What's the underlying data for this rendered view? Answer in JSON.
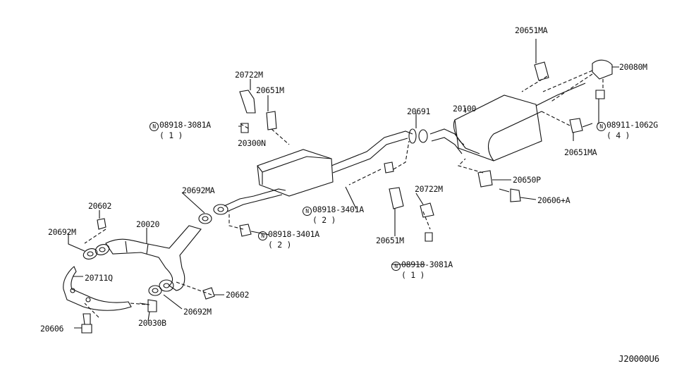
{
  "diagram_id": "J20000U6",
  "parts": [
    {
      "id": "p1",
      "label": "20651MA"
    },
    {
      "id": "p2",
      "label": "20080M"
    },
    {
      "id": "p3",
      "label": "20722M"
    },
    {
      "id": "p4",
      "label": "20651M"
    },
    {
      "id": "p5",
      "label": "20100"
    },
    {
      "id": "p6",
      "label": "08918-3081A",
      "qty": "( 1 )",
      "prefix": "N"
    },
    {
      "id": "p7",
      "label": "20691"
    },
    {
      "id": "p8",
      "label": "08911-1062G",
      "qty": "( 4 )",
      "prefix": "N"
    },
    {
      "id": "p9",
      "label": "20300N"
    },
    {
      "id": "p10",
      "label": "20651MA"
    },
    {
      "id": "p11",
      "label": "20650P"
    },
    {
      "id": "p12",
      "label": "20606+A"
    },
    {
      "id": "p13",
      "label": "20722M"
    },
    {
      "id": "p14",
      "label": "08918-3401A",
      "qty": "( 2 )",
      "prefix": "N"
    },
    {
      "id": "p15",
      "label": "20692MA"
    },
    {
      "id": "p16",
      "label": "20602"
    },
    {
      "id": "p17",
      "label": "20020"
    },
    {
      "id": "p18",
      "label": "08918-3401A",
      "qty": "( 2 )",
      "prefix": "N"
    },
    {
      "id": "p19",
      "label": "20692M"
    },
    {
      "id": "p20",
      "label": "20651M"
    },
    {
      "id": "p21",
      "label": "08918-3081A",
      "qty": "( 1 )",
      "prefix": "N"
    },
    {
      "id": "p22",
      "label": "20711Q"
    },
    {
      "id": "p23",
      "label": "20602"
    },
    {
      "id": "p24",
      "label": "20692M"
    },
    {
      "id": "p25",
      "label": "20030B"
    },
    {
      "id": "p26",
      "label": "20606"
    }
  ]
}
